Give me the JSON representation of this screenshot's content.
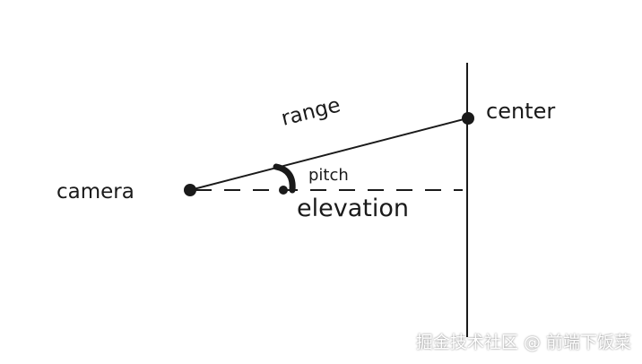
{
  "diagram": {
    "labels": {
      "camera": "camera",
      "center": "center",
      "range": "range",
      "pitch": "pitch",
      "elevation": "elevation"
    }
  },
  "watermark": "掘金技术社区 @ 前端下饭菜",
  "colors": {
    "ink": "#1a1a1a",
    "background": "#ffffff"
  }
}
